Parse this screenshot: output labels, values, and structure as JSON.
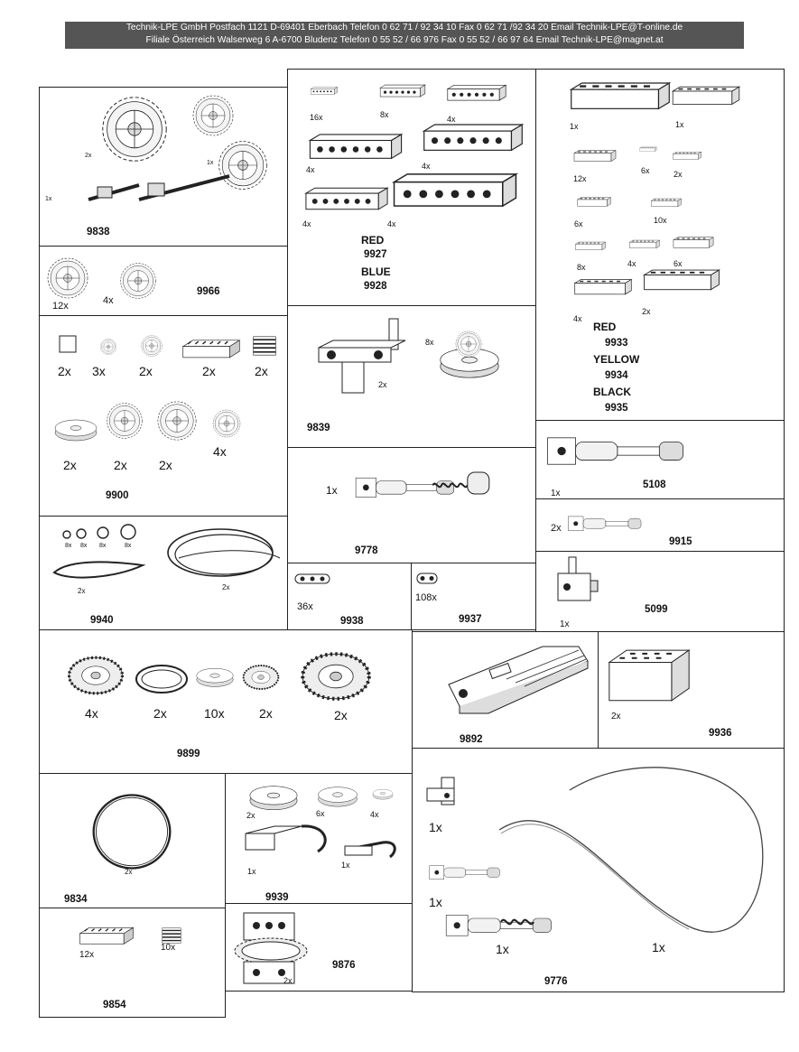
{
  "header": {
    "line1": "Technik-LPE GmbH   Postfach 1121  D-69401 Eberbach  Telefon 0 62 71 / 92 34 10  Fax 0 62 71 /92 34 20  Email Technik-LPE@T-online.de",
    "line2": "Filiale Österreich    Walserweg 6     A-6700 Bludenz      Telefon 0 55 52 / 66 976      Fax 0 55 52 / 66 97 64   Email Technik-LPE@magnet.at"
  },
  "sets": {
    "s9838": {
      "number": "9838",
      "q": [
        "1x",
        "2x",
        "1x"
      ]
    },
    "s9966": {
      "number": "9966",
      "q": [
        "12x",
        "4x"
      ]
    },
    "s9900": {
      "number": "9900",
      "q": [
        "2x",
        "3x",
        "2x",
        "2x",
        "2x",
        "2x",
        "2x",
        "2x",
        "4x"
      ]
    },
    "s9940": {
      "number": "9940",
      "q": [
        "8x",
        "8x",
        "8x",
        "8x",
        "2x",
        "2x"
      ]
    },
    "s9899": {
      "number": "9899",
      "q": [
        "4x",
        "2x",
        "10x",
        "2x",
        "2x"
      ]
    },
    "s9834": {
      "number": "9834",
      "q": [
        "2x"
      ]
    },
    "s9854": {
      "number": "9854",
      "q": [
        "12x",
        "10x"
      ]
    },
    "s9927": {
      "number": "9927",
      "number2": "9928",
      "color1": "RED",
      "color2": "BLUE",
      "q": [
        "16x",
        "8x",
        "4x",
        "4x",
        "4x",
        "4x",
        "4x"
      ]
    },
    "s9839": {
      "number": "9839",
      "q": [
        "2x",
        "8x"
      ]
    },
    "s9778": {
      "number": "9778",
      "q": [
        "1x"
      ]
    },
    "s9938": {
      "number": "9938",
      "q": [
        "36x"
      ]
    },
    "s9937": {
      "number": "9937",
      "q": [
        "108x"
      ]
    },
    "s9939": {
      "number": "9939",
      "q": [
        "2x",
        "6x",
        "4x",
        "1x",
        "1x"
      ]
    },
    "s9876": {
      "number": "9876",
      "q": [
        "2x"
      ]
    },
    "s9933": {
      "number": "9933",
      "number2": "9934",
      "number3": "9935",
      "color1": "RED",
      "color2": "YELLOW",
      "color3": "BLACK",
      "q": [
        "1x",
        "1x",
        "12x",
        "6x",
        "2x",
        "6x",
        "10x",
        "8x",
        "4x",
        "6x",
        "4x",
        "2x"
      ]
    },
    "s5108": {
      "number": "5108",
      "q": [
        "1x"
      ]
    },
    "s9915": {
      "number": "9915",
      "q": [
        "2x"
      ]
    },
    "s5099": {
      "number": "5099",
      "q": [
        "1x"
      ]
    },
    "s9892": {
      "number": "9892"
    },
    "s9936": {
      "number": "9936",
      "q": [
        "2x"
      ]
    },
    "s9776": {
      "number": "9776",
      "q": [
        "1x",
        "1x",
        "1x",
        "1x"
      ]
    }
  }
}
